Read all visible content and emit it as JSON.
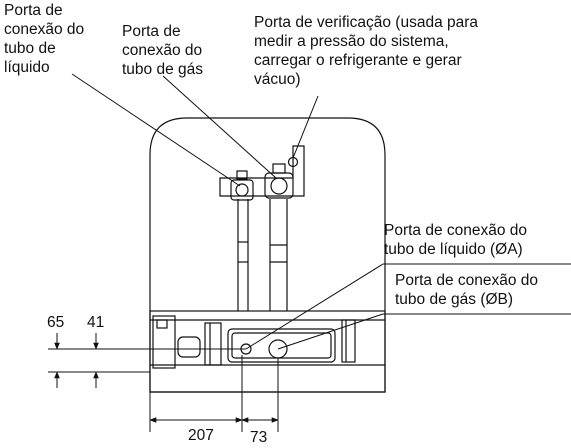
{
  "labels": {
    "liquid_port": "Porta de\nconexão do\ntubo de\nlíquido",
    "gas_port": "Porta de\nconexão do\ntubo de gás",
    "check_port": "Porta de verificação (usada para\nmedir a pressão do sistema,\ncarregar o refrigerante e gerar\nvácuo)",
    "liquid_conn": "Porta de conexão do\ntubo de líquido (ØA)",
    "gas_conn": "Porta de conexão do\ntubo de gás (ØB)"
  },
  "dimensions": {
    "d65": "65",
    "d41": "41",
    "d207": "207",
    "d73": "73"
  },
  "colors": {
    "line": "#111111",
    "background": "#ffffff"
  }
}
